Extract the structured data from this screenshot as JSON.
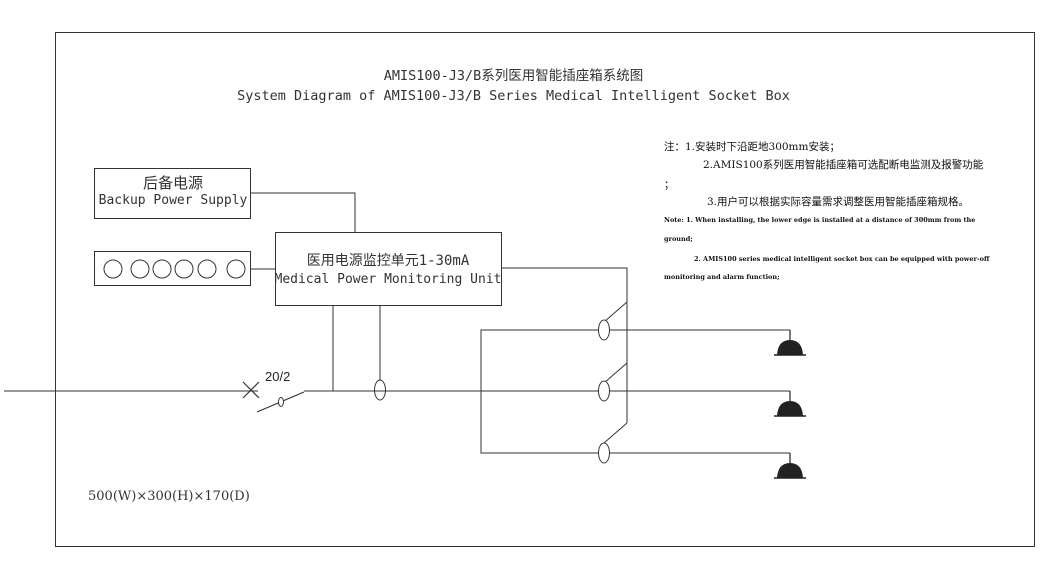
{
  "title": {
    "zh": "AMIS100-J3/B系列医用智能插座箱系统图",
    "en": "System Diagram of AMIS100-J3/B Series Medical Intelligent Socket Box"
  },
  "backup_power": {
    "zh": "后备电源",
    "en": "Backup Power Supply"
  },
  "monitoring_unit": {
    "zh": "医用电源监控单元1-30mA",
    "en": "Medical Power Monitoring Unit"
  },
  "breaker": {
    "label": "20/2"
  },
  "dimensions": "500(W)×300(H)×170(D)",
  "notes": {
    "zh_1": "注：1.安装时下沿距地300mm安装；",
    "zh_2a": "2.AMIS100系列医用智能插座箱可选配断电监测及报警功能",
    "zh_2b": "；",
    "zh_3": "3.用户可以根据实际容量需求调整医用智能插座箱规格。",
    "en_1a": "Note: 1. When installing, the lower edge is installed at a distance of 300mm from the",
    "en_1b": "ground;",
    "en_2a": "2. AMIS100 series medical intelligent socket box can be equipped with power-off",
    "en_2b": "monitoring and alarm function;"
  },
  "indicator_count": 6,
  "socket_count": 3
}
